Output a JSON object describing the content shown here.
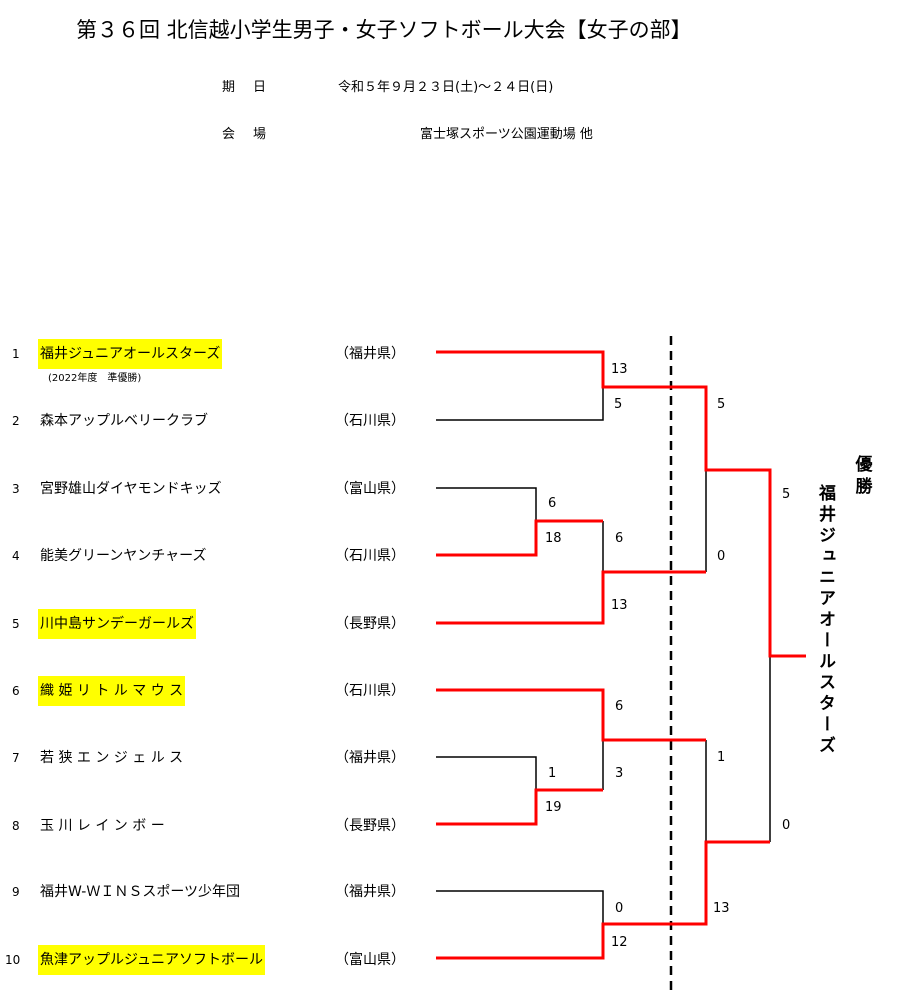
{
  "title": "第３６回 北信越小学生男子・女子ソフトボール大会【女子の部】",
  "period": {
    "label": "期日",
    "value": "令和５年９月２３日(土)～２４日(日)"
  },
  "venue": {
    "label": "会場",
    "value": "富士塚スポーツ公園運動場 他"
  },
  "teams": [
    {
      "no": "1",
      "name": "福井ジュニアオールスターズ",
      "pref": "（福井県）"
    },
    {
      "no": "2",
      "name": "森本アップルベリークラブ",
      "pref": "（石川県）"
    },
    {
      "no": "3",
      "name": "宮野雄山ダイヤモンドキッズ",
      "pref": "（富山県）"
    },
    {
      "no": "4",
      "name": "能美グリーンヤンチャーズ",
      "pref": "（石川県）"
    },
    {
      "no": "5",
      "name": "川中島サンデーガールズ",
      "pref": "（長野県）"
    },
    {
      "no": "6",
      "name": "織 姫 リ ト ル マ ウ ス",
      "pref": "（石川県）"
    },
    {
      "no": "7",
      "name": "若 狭 エ ン ジ ェ ル ス",
      "pref": "（福井県）"
    },
    {
      "no": "8",
      "name": "玉 川 レ イ ン ボ ー",
      "pref": "（長野県）"
    },
    {
      "no": "9",
      "name": "福井W-ＷＩＮＳスポーツ少年団",
      "pref": "（福井県）"
    },
    {
      "no": "10",
      "name": "魚津アップルジュニアソフトボール",
      "pref": "（富山県）"
    }
  ],
  "note": "(2022年度　準優勝)",
  "scores": {
    "r1_1_2_top": "13",
    "r1_1_2_bottom": "5",
    "r1_3_4_top": "6",
    "r1_3_4_bottom": "18",
    "r2_4_5_top": "6",
    "r2_4_5_bottom": "13",
    "r1_6_8_top": "6",
    "r1_6_8_bottom": "3",
    "r1_7_8_top": "1",
    "r1_7_8_bottom": "19",
    "r1_9_10_top": "0",
    "r1_9_10_bottom": "12",
    "sf_top_top": "5",
    "sf_top_bottom": "0",
    "sf_bottom_top": "1",
    "sf_bottom_bottom": "13",
    "final_top": "5",
    "final_bottom": "0"
  },
  "winner_title": "優勝",
  "champion": "福井ジュニアオールスターズ",
  "colors": {
    "winner_line": "#ff0000",
    "highlight": "#ffff00"
  }
}
